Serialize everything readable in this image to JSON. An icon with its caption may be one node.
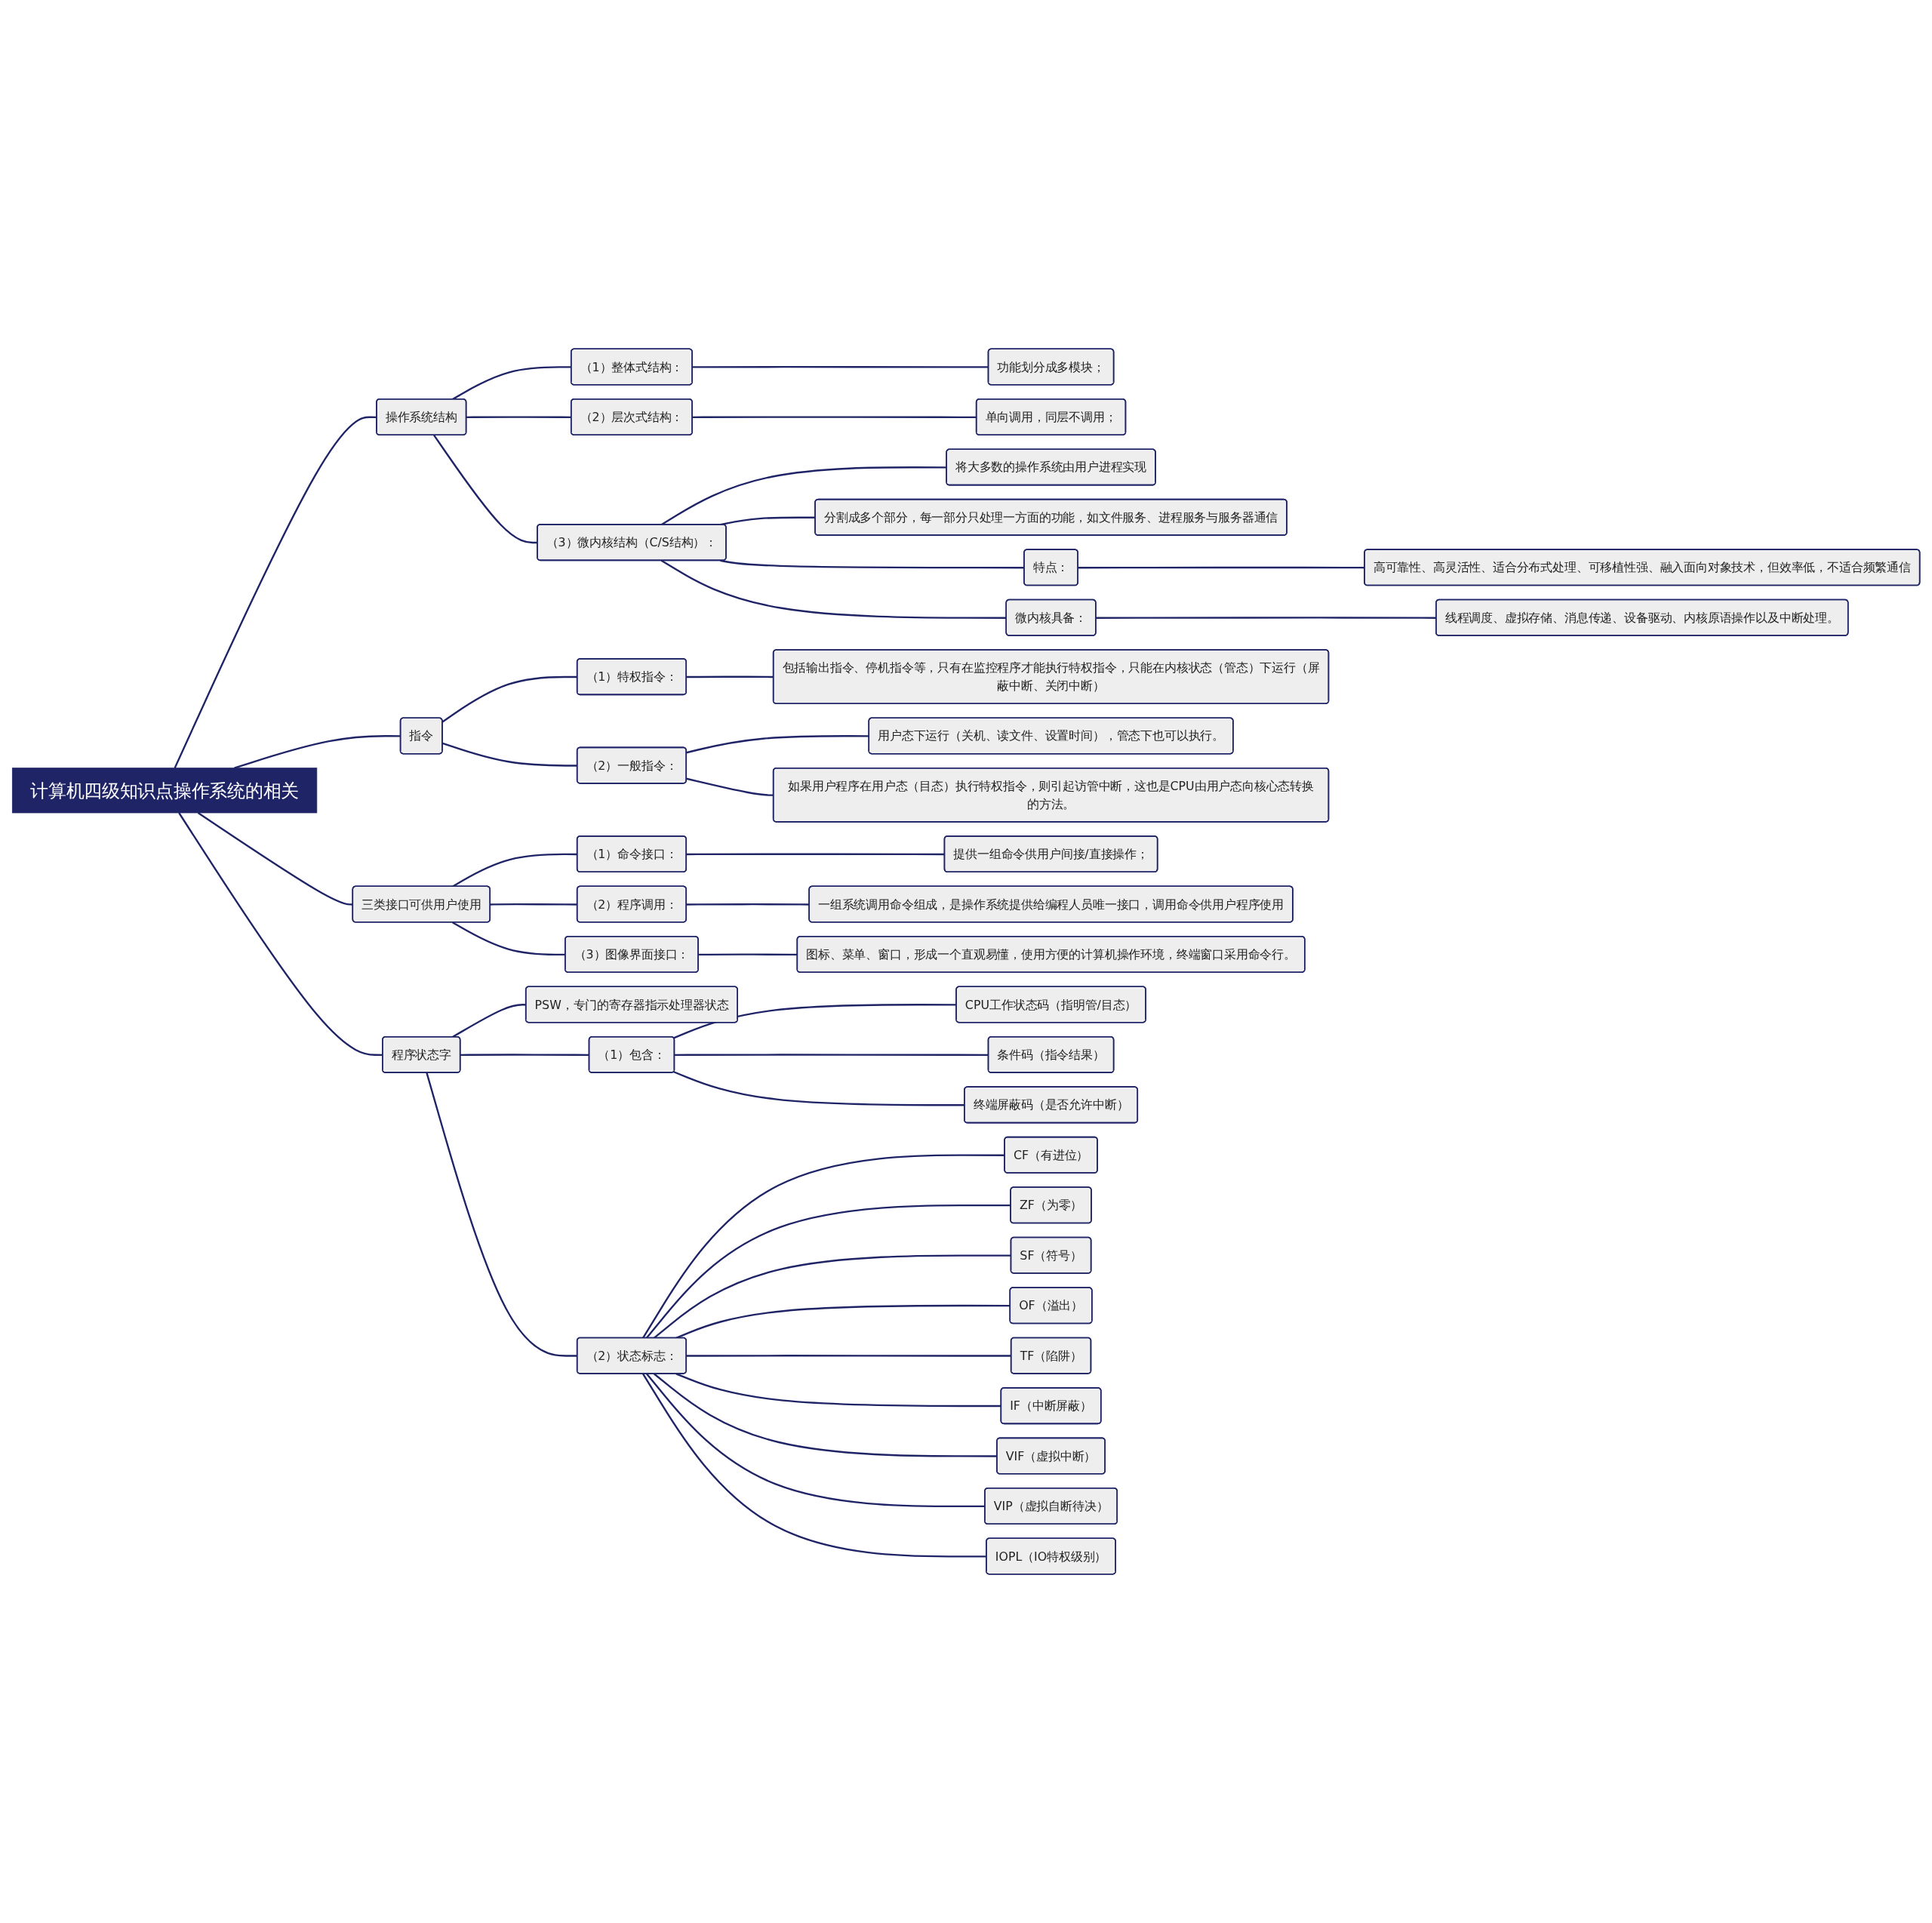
{
  "diagram": {
    "nodes": [
      {
        "text": [
          "计算机四级知识点操作系统的相关"
        ]
      },
      {
        "text": [
          "操作系统结构"
        ]
      },
      {
        "text": [
          "（1）整体式结构："
        ]
      },
      {
        "text": [
          "功能划分成多模块；"
        ]
      },
      {
        "text": [
          "（2）层次式结构："
        ]
      },
      {
        "text": [
          "单向调用，同层不调用；"
        ]
      },
      {
        "text": [
          "（3）微内核结构（C/S结构）："
        ]
      },
      {
        "text": [
          "将大多数的操作系统由用户进程实现"
        ]
      },
      {
        "text": [
          "分割成多个部分，每一部分只处理一方面的功能，如文件服务、进程服务与服务器通信"
        ]
      },
      {
        "text": [
          "特点："
        ]
      },
      {
        "text": [
          "高可靠性、高灵活性、适合分布式处理、可移植性强、融入面向对象技术，但效率低，不适合频繁通信"
        ]
      },
      {
        "text": [
          "微内核具备："
        ]
      },
      {
        "text": [
          "线程调度、虚拟存储、消息传递、设备驱动、内核原语操作以及中断处理。"
        ]
      },
      {
        "text": [
          "指令"
        ]
      },
      {
        "text": [
          "（1）特权指令："
        ]
      },
      {
        "text": [
          "包括输出指令、停机指令等，只有在监控程序才能执行特权指令，只能在内核状态（管态）下运行（屏蔽中断、关闭中断）"
        ]
      },
      {
        "text": [
          "（2）一般指令："
        ]
      },
      {
        "text": [
          "用户态下运行（关机、读文件、设置时间），管态下也可以执行。"
        ]
      },
      {
        "text": [
          "如果用户程序在用户态（目态）执行特权指令，则引起访管中断，这也是CPU由用户态向核心态转换的方法。"
        ]
      },
      {
        "text": [
          "三类接口可供用户使用"
        ]
      },
      {
        "text": [
          "（1）命令接口："
        ]
      },
      {
        "text": [
          "提供一组命令供用户间接/直接操作；"
        ]
      },
      {
        "text": [
          "（2）程序调用："
        ]
      },
      {
        "text": [
          "一组系统调用命令组成，是操作系统提供给编程人员唯一接口，调用命令供用户程序使用"
        ]
      },
      {
        "text": [
          "（3）图像界面接口："
        ]
      },
      {
        "text": [
          "图标、菜单、窗口，形成一个直观易懂，使用方便的计算机操作环境，终端窗口采用命令行。"
        ]
      },
      {
        "text": [
          "程序状态字"
        ]
      },
      {
        "text": [
          "PSW，专门的寄存器指示处理器状态"
        ]
      },
      {
        "text": [
          "（1）包含："
        ]
      },
      {
        "text": [
          "CPU工作状态码（指明管/目态）"
        ]
      },
      {
        "text": [
          "条件码（指令结果）"
        ]
      },
      {
        "text": [
          "终端屏蔽码（是否允许中断）"
        ]
      },
      {
        "text": [
          "（2）状态标志："
        ]
      },
      {
        "text": [
          "CF（有进位）"
        ]
      },
      {
        "text": [
          "ZF（为零）"
        ]
      },
      {
        "text": [
          "SF（符号）"
        ]
      },
      {
        "text": [
          "OF（溢出）"
        ]
      },
      {
        "text": [
          "TF（陷阱）"
        ]
      },
      {
        "text": [
          "IF（中断屏蔽）"
        ]
      },
      {
        "text": [
          "VIF（虚拟中断）"
        ]
      },
      {
        "text": [
          "VIP（虚拟自断待决）"
        ]
      },
      {
        "text": [
          "IOPL（IO特权级别）"
        ]
      }
    ],
    "edges": [
      {
        "from": 0,
        "to": 1,
        "arrow": "none"
      },
      {
        "from": 1,
        "to": 2,
        "arrow": "none"
      },
      {
        "from": 2,
        "to": 3,
        "arrow": "none"
      },
      {
        "from": 1,
        "to": 4,
        "arrow": "none"
      },
      {
        "from": 4,
        "to": 5,
        "arrow": "none"
      },
      {
        "from": 1,
        "to": 6,
        "arrow": "none"
      },
      {
        "from": 6,
        "to": 7,
        "arrow": "none"
      },
      {
        "from": 6,
        "to": 8,
        "arrow": "none"
      },
      {
        "from": 6,
        "to": 9,
        "arrow": "none"
      },
      {
        "from": 9,
        "to": 10,
        "arrow": "none"
      },
      {
        "from": 6,
        "to": 11,
        "arrow": "none"
      },
      {
        "from": 11,
        "to": 12,
        "arrow": "none"
      },
      {
        "from": 0,
        "to": 13,
        "arrow": "none"
      },
      {
        "from": 13,
        "to": 14,
        "arrow": "none"
      },
      {
        "from": 14,
        "to": 15,
        "arrow": "none"
      },
      {
        "from": 13,
        "to": 16,
        "arrow": "none"
      },
      {
        "from": 16,
        "to": 17,
        "arrow": "none"
      },
      {
        "from": 16,
        "to": 18,
        "arrow": "none"
      },
      {
        "from": 0,
        "to": 19,
        "arrow": "none"
      },
      {
        "from": 19,
        "to": 20,
        "arrow": "none"
      },
      {
        "from": 20,
        "to": 21,
        "arrow": "none"
      },
      {
        "from": 19,
        "to": 22,
        "arrow": "none"
      },
      {
        "from": 22,
        "to": 23,
        "arrow": "none"
      },
      {
        "from": 19,
        "to": 24,
        "arrow": "none"
      },
      {
        "from": 24,
        "to": 25,
        "arrow": "none"
      },
      {
        "from": 0,
        "to": 26,
        "arrow": "none"
      },
      {
        "from": 26,
        "to": 27,
        "arrow": "none"
      },
      {
        "from": 26,
        "to": 28,
        "arrow": "none"
      },
      {
        "from": 28,
        "to": 29,
        "arrow": "none"
      },
      {
        "from": 28,
        "to": 30,
        "arrow": "none"
      },
      {
        "from": 28,
        "to": 31,
        "arrow": "none"
      },
      {
        "from": 26,
        "to": 32,
        "arrow": "none"
      },
      {
        "from": 32,
        "to": 33,
        "arrow": "none"
      },
      {
        "from": 32,
        "to": 34,
        "arrow": "none"
      },
      {
        "from": 32,
        "to": 35,
        "arrow": "none"
      },
      {
        "from": 32,
        "to": 36,
        "arrow": "none"
      },
      {
        "from": 32,
        "to": 37,
        "arrow": "none"
      },
      {
        "from": 32,
        "to": 38,
        "arrow": "none"
      },
      {
        "from": 32,
        "to": 39,
        "arrow": "none"
      },
      {
        "from": 32,
        "to": 40,
        "arrow": "none"
      },
      {
        "from": 32,
        "to": 41,
        "arrow": "none"
      }
    ]
  }
}
